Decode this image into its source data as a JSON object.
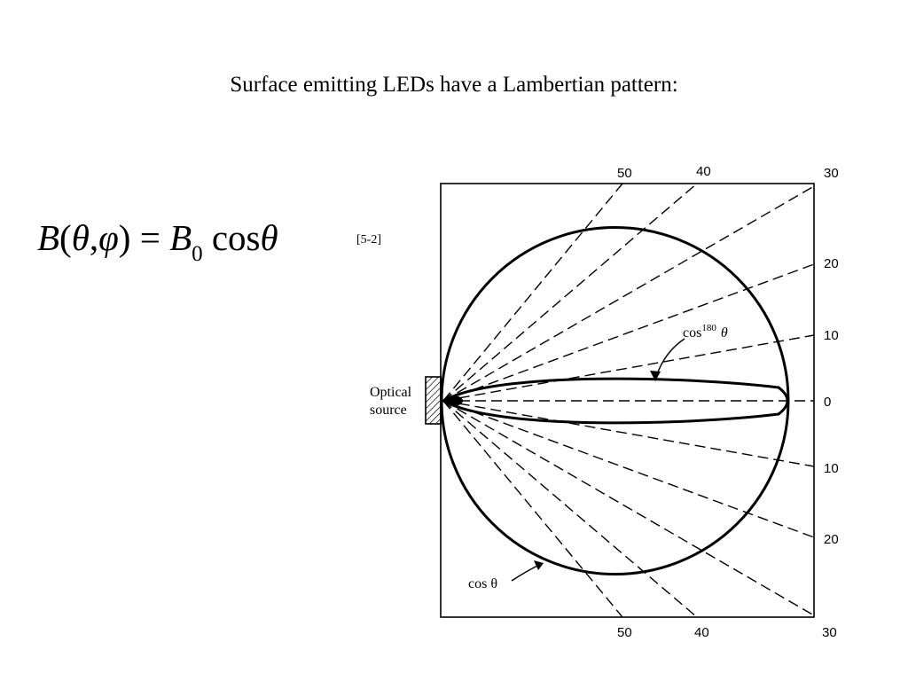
{
  "slide": {
    "title": "Surface emitting LEDs have a Lambertian pattern:",
    "equation": {
      "B": "B",
      "open": "(",
      "theta": "θ",
      "comma": ",",
      "phi": "φ",
      "close": ")",
      "equals": " = ",
      "B0": "B",
      "B0_sub": "0",
      "cos": " cos",
      "theta2": "θ"
    },
    "equation_ref": "[5-2]"
  },
  "diagram": {
    "source_label_line1": "Optical",
    "source_label_line2": "source",
    "lobe_label": "cos",
    "lobe_label_sup": "180",
    "lobe_label_var": "θ",
    "circle_label": "cos θ",
    "angle_labels_upper": [
      "50",
      "40",
      "30",
      "20",
      "10"
    ],
    "angle_label_center": "0",
    "angle_labels_lower": [
      "10",
      "20",
      "30",
      "50",
      "40"
    ]
  }
}
